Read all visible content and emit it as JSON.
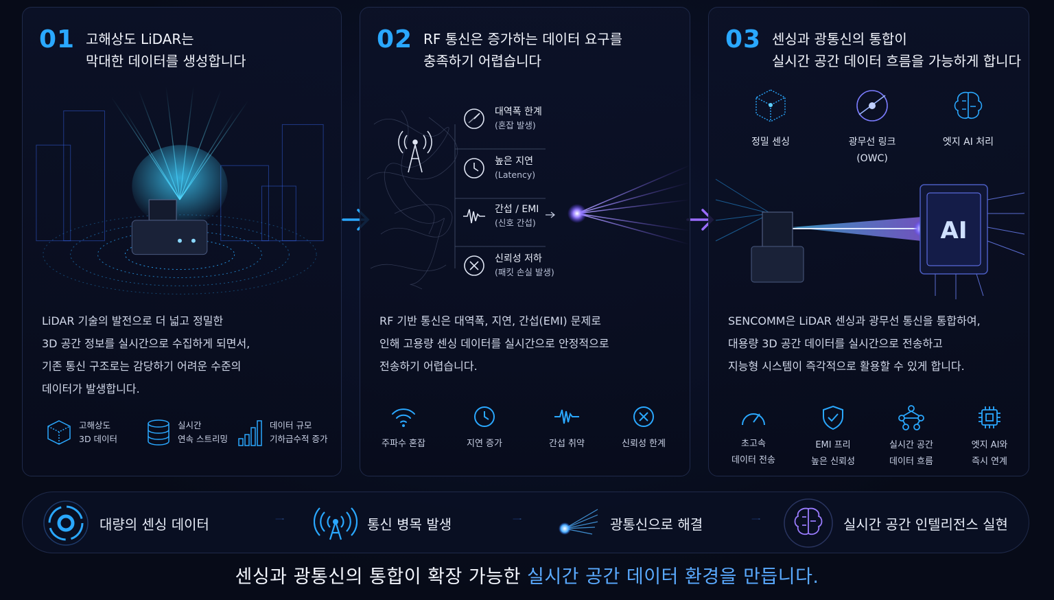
{
  "panels": [
    {
      "num": "01",
      "title_line1": "고해상도 LiDAR는",
      "title_line2": "막대한 데이터를 생성합니다",
      "desc": [
        "LiDAR 기술의 발전으로 더 넓고 정밀한",
        "3D 공간 정보를 실시간으로 수집하게 되면서,",
        "기존 통신 구조로는 감당하기 어려운 수준의",
        "데이터가 발생합니다."
      ],
      "features": [
        {
          "icon": "cube-icon",
          "line1": "고해상도",
          "line2": "3D 데이터"
        },
        {
          "icon": "database-icon",
          "line1": "실시간",
          "line2": "연속 스트리밍"
        },
        {
          "icon": "bar-chart-icon",
          "line1": "데이터 규모",
          "line2": "기하급수적 증가"
        }
      ]
    },
    {
      "num": "02",
      "title_line1": "RF 통신은 증가하는 데이터 요구를",
      "title_line2": "충족하기 어렵습니다",
      "issues": [
        {
          "icon": "gauge-icon",
          "line1": "대역폭 한계",
          "line2": "(혼잡 발생)"
        },
        {
          "icon": "clock-icon",
          "line1": "높은 지연",
          "line2": "(Latency)"
        },
        {
          "icon": "waveform-icon",
          "line1": "간섭 / EMI",
          "line2": "(신호 간섭)"
        },
        {
          "icon": "x-circle-icon",
          "line1": "신뢰성 저하",
          "line2": "(패킷 손실 발생)"
        }
      ],
      "desc": [
        "RF 기반 통신은 대역폭, 지연, 간섭(EMI) 문제로",
        "인해 고용량 센싱 데이터를 실시간으로 안정적으로",
        "전송하기 어렵습니다."
      ],
      "features": [
        {
          "icon": "wifi-icon",
          "label": "주파수 혼잡"
        },
        {
          "icon": "clock-icon",
          "label": "지연 증가"
        },
        {
          "icon": "waveform-icon",
          "label": "간섭 취약"
        },
        {
          "icon": "x-circle-icon",
          "label": "신뢰성 한계"
        }
      ]
    },
    {
      "num": "03",
      "title_line1": "센싱과 광통신의 통합이",
      "title_line2": "실시간 공간 데이터 흐름을 가능하게 합니다",
      "top_icons": [
        {
          "icon": "cube-network-icon",
          "line1": "정밀 센싱",
          "line2": ""
        },
        {
          "icon": "optical-link-icon",
          "line1": "광무선 링크",
          "line2": "(OWC)"
        },
        {
          "icon": "brain-icon",
          "line1": "엣지 AI 처리",
          "line2": ""
        }
      ],
      "chip_label": "AI",
      "desc": [
        "SENCOMM은 LiDAR 센싱과 광무선 통신을 통합하여,",
        "대용량 3D 공간 데이터를 실시간으로 전송하고",
        "지능형 시스템이 즉각적으로 활용할 수 있게 합니다."
      ],
      "features": [
        {
          "icon": "speedometer-icon",
          "line1": "초고속",
          "line2": "데이터 전송"
        },
        {
          "icon": "shield-check-icon",
          "line1": "EMI 프리",
          "line2": "높은 신뢰성"
        },
        {
          "icon": "network-icon",
          "line1": "실시간 공간",
          "line2": "데이터 흐름"
        },
        {
          "icon": "chip-icon",
          "line1": "엣지 AI와",
          "line2": "즉시 연계"
        }
      ]
    }
  ],
  "flow": [
    {
      "icon": "sensor-ring-icon",
      "label": "대량의 센싱 데이터"
    },
    {
      "icon": "antenna-icon",
      "label": "통신 병목 발생"
    },
    {
      "icon": "light-beam-icon",
      "label": "광통신으로 해결"
    },
    {
      "icon": "brain-icon",
      "label": "실시간 공간 인텔리전스 실현"
    }
  ],
  "tagline": {
    "part1": "센싱과 광통신의 통합이 확장 가능한 ",
    "highlight": "실시간 공간 데이터 환경을 만듭니다."
  },
  "colors": {
    "accent": "#2aa8ff",
    "purple": "#7b5cff",
    "background": "#070b18"
  }
}
